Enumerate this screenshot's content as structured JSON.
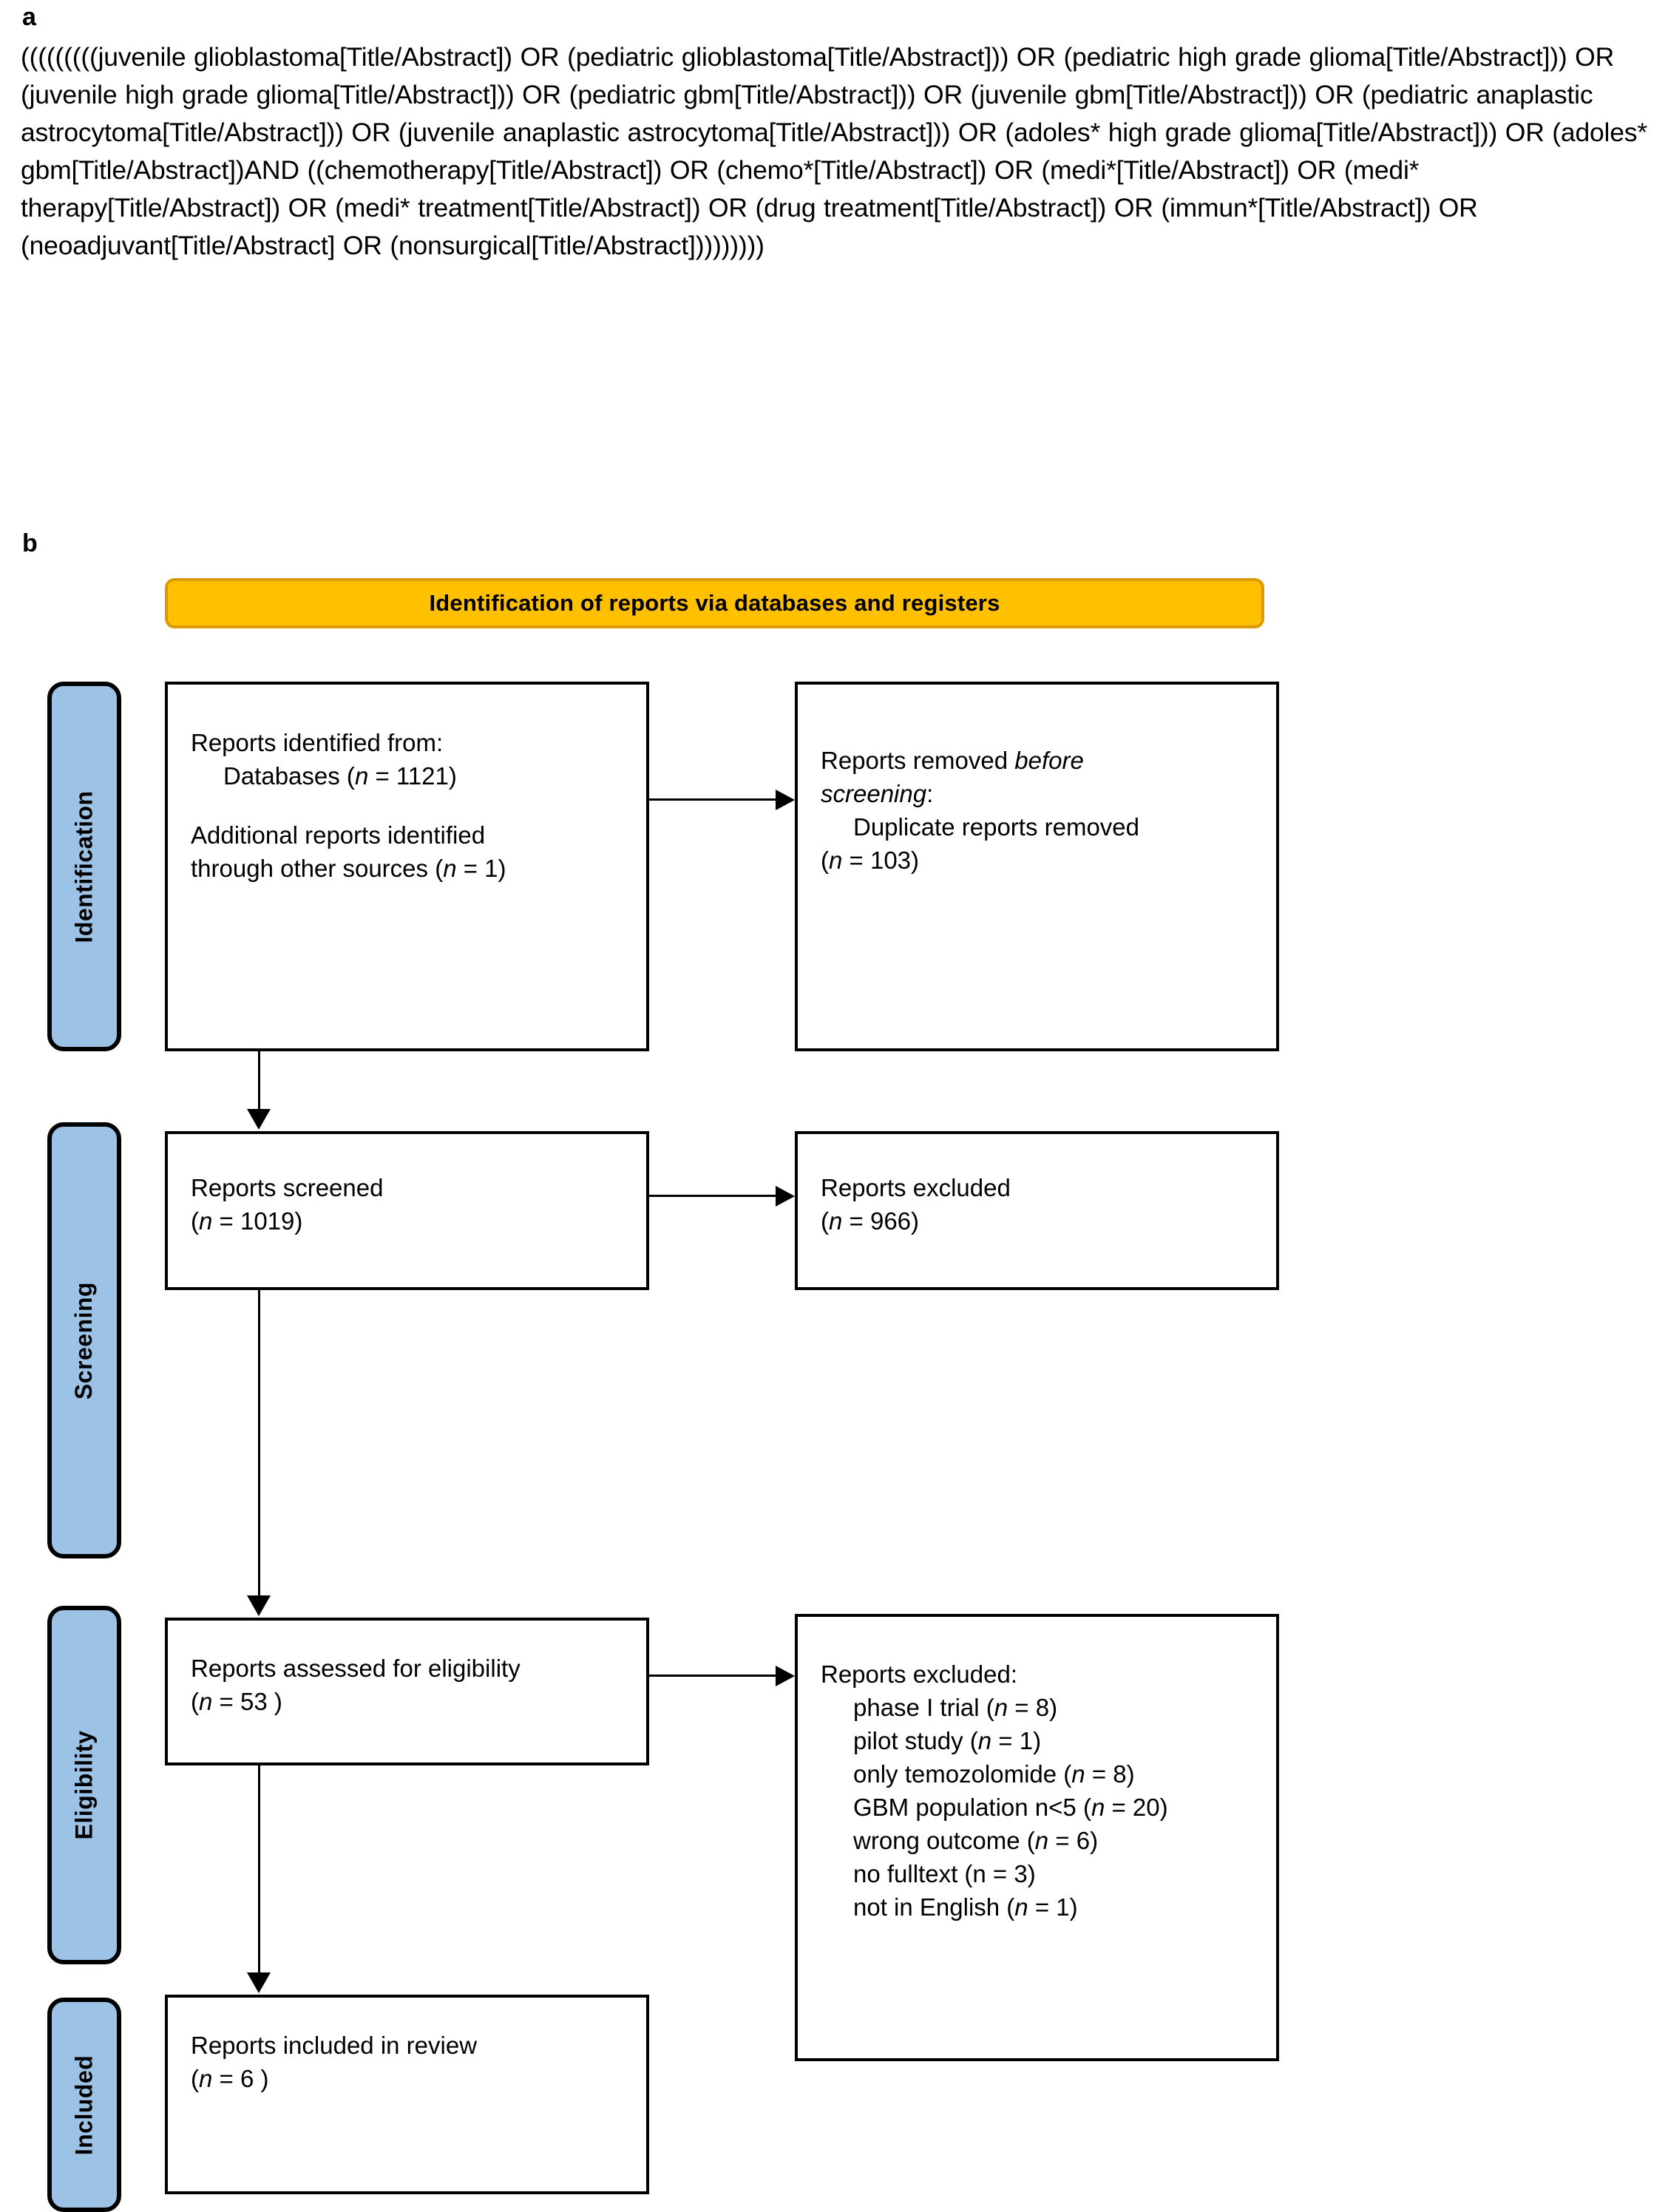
{
  "panels": {
    "a": {
      "label": "a",
      "query": "(((((((((juvenile glioblastoma[Title/Abstract]) OR (pediatric glioblastoma[Title/Abstract])) OR (pediatric high grade glioma[Title/Abstract])) OR (juvenile high grade glioma[Title/Abstract])) OR (pediatric gbm[Title/Abstract])) OR (juvenile gbm[Title/Abstract])) OR (pediatric anaplastic astrocytoma[Title/Abstract])) OR (juvenile anaplastic astrocytoma[Title/Abstract])) OR (adoles* high grade glioma[Title/Abstract])) OR (adoles* gbm[Title/Abstract])AND ((chemotherapy[Title/Abstract]) OR (chemo*[Title/Abstract]) OR (medi*[Title/Abstract]) OR (medi* therapy[Title/Abstract]) OR (medi* treatment[Title/Abstract]) OR (drug treatment[Title/Abstract]) OR (immun*[Title/Abstract]) OR (neoadjuvant[Title/Abstract] OR (nonsurgical[Title/Abstract]))))))))"
    },
    "b": {
      "label": "b"
    }
  },
  "flowchart": {
    "type": "prisma-flow-diagram",
    "header": {
      "title": "Identification of reports via databases and registers",
      "fill_color": "#FFC000",
      "border_color": "#D99B00"
    },
    "stage_labels": [
      {
        "name": "identification",
        "text": "Identification"
      },
      {
        "name": "screening",
        "text": "Screening"
      },
      {
        "name": "eligibility",
        "text": "Eligibility"
      },
      {
        "name": "included",
        "text": "Included"
      }
    ],
    "stage_fill_color": "#9CC3E5",
    "nodes": {
      "identified": {
        "line1": "Reports identified from:",
        "line2_prefix": "Databases (",
        "line2_n": "n",
        "line2_suffix": " = 1121)",
        "line3": "Additional reports identified",
        "line4_prefix": "through other sources (",
        "line4_n": "n",
        "line4_suffix": " = 1)"
      },
      "removed": {
        "line1_prefix": "Reports removed ",
        "line1_italic": "before",
        "line2_italic": "screening",
        "line2_suffix": ":",
        "line3": "Duplicate reports removed",
        "line4_prefix": "(",
        "line4_n": "n",
        "line4_suffix": " = 103)"
      },
      "screened": {
        "line1": "Reports screened",
        "line2_prefix": "(",
        "line2_n": "n",
        "line2_suffix": " = 1019)"
      },
      "excluded_screening": {
        "line1": "Reports excluded",
        "line2_prefix": "(",
        "line2_n": "n",
        "line2_suffix": " = 966)"
      },
      "eligibility": {
        "line1": "Reports assessed for eligibility",
        "line2_prefix": "(",
        "line2_n": "n",
        "line2_suffix": " = 53 )"
      },
      "excluded_eligibility": {
        "line1": "Reports excluded:",
        "reasons": [
          {
            "label": "phase I trial (",
            "n": "n",
            "value": " = 8)"
          },
          {
            "label": "pilot study (",
            "n": "n",
            "value": " = 1)"
          },
          {
            "label": "only temozolomide (",
            "n": "n",
            "value": " = 8)"
          },
          {
            "label": "GBM population n<5 (",
            "n": "n",
            "value": " = 20)"
          },
          {
            "label": "wrong outcome (",
            "n": "n",
            "value": " = 6)"
          },
          {
            "label": "no fulltext (n = 3)",
            "n": "",
            "value": ""
          },
          {
            "label": "not in English (",
            "n": "n",
            "value": " = 1)"
          }
        ]
      },
      "included": {
        "line1": "Reports included in review",
        "line2_prefix": "(",
        "line2_n": "n",
        "line2_suffix": " = 6 )"
      }
    },
    "counts": {
      "databases": 1121,
      "other_sources": 1,
      "duplicates_removed": 103,
      "screened": 1019,
      "excluded_screening": 966,
      "assessed_eligibility": 53,
      "excluded_phase_I_trial": 8,
      "excluded_pilot_study": 1,
      "excluded_only_temozolomide": 8,
      "excluded_gbm_population_lt5": 20,
      "excluded_wrong_outcome": 6,
      "excluded_no_fulltext": 3,
      "excluded_not_in_english": 1,
      "included_in_review": 6
    }
  }
}
